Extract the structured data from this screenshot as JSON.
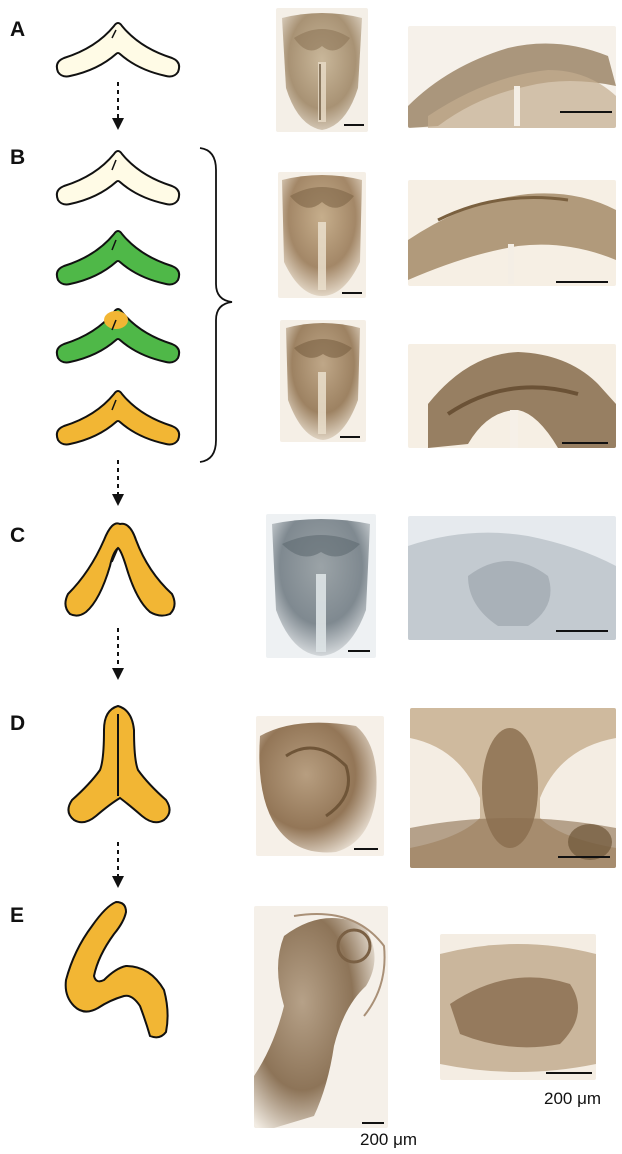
{
  "panel_labels": [
    "A",
    "B",
    "C",
    "D",
    "E"
  ],
  "scale_text_1": "200 μm",
  "scale_text_2": "200 μm",
  "colors": {
    "cream": "#FFFBE6",
    "green": "#4FB848",
    "orange": "#F2B634",
    "outline": "#111111"
  },
  "icons": {
    "arrow": "dotted-down-arrow-icon",
    "brace": "right-curly-brace-icon"
  }
}
